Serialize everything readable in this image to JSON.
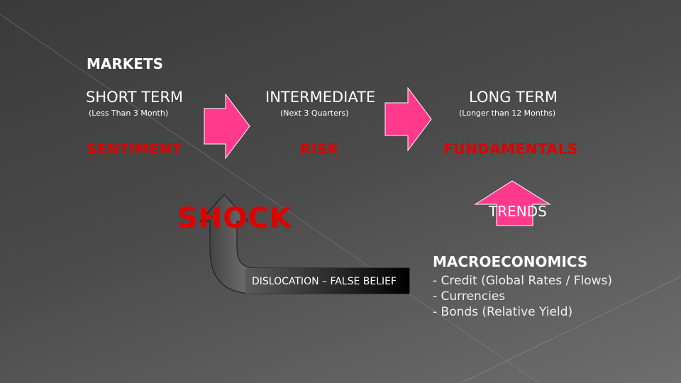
{
  "title": "MARKETS",
  "stages": [
    {
      "heading": "SHORT TERM",
      "sub": "(Less Than 3 Month)",
      "label": "SENTIMENT"
    },
    {
      "heading": "INTERMEDIATE",
      "sub": "(Next 3 Quarters)",
      "label": "RISK"
    },
    {
      "heading": "LONG TERM",
      "sub": "(Longer than 12 Months)",
      "label": "FUNDAMENTALS"
    }
  ],
  "shock": "SHOCK",
  "trends": "TRENDS",
  "dislocation": "DISLOCATION – FALSE BELIEF",
  "macro": {
    "title": "MACROECONOMICS",
    "items": [
      "- Credit (Global Rates / Flows)",
      "- Currencies",
      "- Bonds (Relative Yield)"
    ]
  },
  "colors": {
    "accent_red": "#e00000",
    "arrow_pink": "#ff3a8c"
  }
}
